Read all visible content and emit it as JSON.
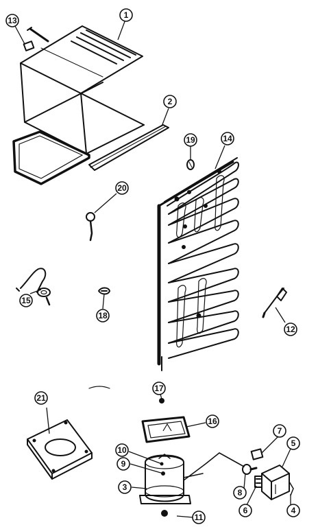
{
  "callouts": [
    {
      "id": "c1",
      "label": "1"
    },
    {
      "id": "c2",
      "label": "2"
    },
    {
      "id": "c3",
      "label": "3"
    },
    {
      "id": "c4",
      "label": "4"
    },
    {
      "id": "c5",
      "label": "5"
    },
    {
      "id": "c6",
      "label": "6"
    },
    {
      "id": "c7",
      "label": "7"
    },
    {
      "id": "c8",
      "label": "8"
    },
    {
      "id": "c9",
      "label": "9"
    },
    {
      "id": "c10",
      "label": "10"
    },
    {
      "id": "c11",
      "label": "11"
    },
    {
      "id": "c12",
      "label": "12"
    },
    {
      "id": "c13",
      "label": "13"
    },
    {
      "id": "c14",
      "label": "14"
    },
    {
      "id": "c15",
      "label": "15"
    },
    {
      "id": "c16",
      "label": "16"
    },
    {
      "id": "c17",
      "label": "17"
    },
    {
      "id": "c18",
      "label": "18"
    },
    {
      "id": "c19",
      "label": "19"
    },
    {
      "id": "c20",
      "label": "20"
    },
    {
      "id": "c21",
      "label": "21"
    }
  ],
  "colors": {
    "ink": "#111111",
    "background": "#ffffff"
  }
}
